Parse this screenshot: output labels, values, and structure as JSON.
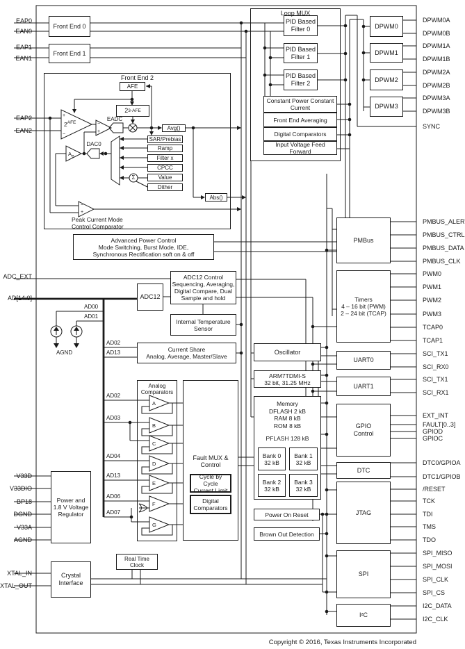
{
  "copyright": "Copyright © 2016, Texas Instruments Incorporated",
  "pins": {
    "left": [
      "EAP0",
      "EAN0",
      "EAP1",
      "EAN1",
      "EAP2",
      "EAN2",
      "ADC_EXT",
      "AD[14:0]",
      "V33D",
      "V33DIO",
      "BP18",
      "DGND",
      "V33A",
      "AGND",
      "XTAL_IN",
      "XTAL_OUT"
    ],
    "right": [
      "DPWM0A",
      "DPWM0B",
      "DPWM1A",
      "DPWM1B",
      "DPWM2A",
      "DPWM2B",
      "DPWM3A",
      "DPWM3B",
      "SYNC",
      "PMBUS_ALERT",
      "PMBUS_CTRL",
      "PMBUS_DATA",
      "PMBUS_CLK",
      "PWM0",
      "PWM1",
      "PWM2",
      "PWM3",
      "TCAP0",
      "TCAP1",
      "SCI_TX1",
      "SCI_RX0",
      "SCI_TX1",
      "SCI_RX1",
      "EXT_INT",
      "FAULT[0..3]",
      "GPIOD",
      "GPIOC",
      "DTC0/GPIOA",
      "DTC1/GPIOB",
      "/RESET",
      "TCK",
      "TDI",
      "TMS",
      "TDO",
      "SPI_MISO",
      "SPI_MOSI",
      "SPI_CLK",
      "SPI_CS",
      "I2C_DATA",
      "I2C_CLK"
    ]
  },
  "blocks": {
    "front_end_0": "Front End 0",
    "front_end_1": "Front End 1",
    "loop_mux": "Loop MUX",
    "pid0": "PID Based\nFilter 0",
    "pid1": "PID Based\nFilter 1",
    "pid2": "PID Based\nFilter 2",
    "cpcc_block": "Constant Power Constant\nCurrent",
    "fe_avg": "Front End Averaging",
    "dig_comp": "Digital Comparators",
    "ivff": "Input Voltage Feed Forward",
    "dpwm0": "DPWM0",
    "dpwm1": "DPWM1",
    "dpwm2": "DPWM2",
    "dpwm3": "DPWM3",
    "apc": "Advanced Power Control\nMode Switching, Burst Mode, IDE,\nSynchronous Rectification soft on & off",
    "adc12": "ADC12",
    "adc12_ctrl": "ADC12 Control\nSequencing, Averaging,\nDigital Compare, Dual\nSample and hold",
    "temp_sensor": "Internal Temperature\nSensor",
    "current_share": "Current Share\nAnalog, Average, Master/Slave",
    "analog_cmp": "Analog\nComparators",
    "fault_mux": "Fault MUX &\nControl",
    "cbc_limit": "Cycle by Cycle\nCurrent Limit",
    "dig_comp2": "Digital\nComparators",
    "oscillator": "Oscillator",
    "arm": "ARM7TDMI-S\n32 bit, 31.25 MHz",
    "memory": "Memory\nDFLASH 2 kB\nRAM 8 kB\nROM 8 kB",
    "pflash": "PFLASH 128 kB",
    "bank0": "Bank 0\n32 kB",
    "bank1": "Bank 1\n32 kB",
    "bank2": "Bank 2\n32 kB",
    "bank3": "Bank 3\n32 kB",
    "por": "Power On Reset",
    "bod": "Brown Out Detection",
    "pmbus": "PMBus",
    "timers": "Timers\n4 – 16 bit (PWM)\n2 – 24 bit (TCAP)",
    "uart0": "UART0",
    "uart1": "UART1",
    "gpio": "GPIO\nControl",
    "dtc": "DTC",
    "jtag": "JTAG",
    "spi": "SPI",
    "i2c": "I²C",
    "power_reg": "Power and\n1.8 V Voltage\nRegulator",
    "crystal": "Crystal\nInterface",
    "rtc": "Real Time\nClock"
  },
  "fe2": {
    "title": "Front End 2",
    "afe": "AFE",
    "pow_base": "2",
    "pow_sup": "3-AFE",
    "gain_base": "2",
    "gain_sup": "AFE",
    "eadc": "EADC",
    "dac0": "DAC0",
    "ae_base": "A",
    "ae_sub": "e",
    "avg": "Avg()",
    "abs": "Abs()",
    "sar": "SAR/Prebias",
    "ramp": "Ramp",
    "filter_x": "Filter x",
    "cpcc": "CPCC",
    "value": "Value",
    "dither": "Dither",
    "sigma": "Σ",
    "peak_cmp": "Peak Current Mode\nControl Comparator"
  },
  "signs": {
    "plus": "+",
    "minus": "−"
  },
  "comparators": [
    "A",
    "B",
    "C",
    "D",
    "E",
    "F",
    "G"
  ],
  "taps": {
    "ad00": "AD00",
    "ad01": "AD01",
    "agnd": "AGND",
    "cs_ad02": "AD02",
    "cs_ad13": "AD13",
    "cmp_ad02": "AD02",
    "cmp_ad03": "AD03",
    "cmp_ad04": "AD04",
    "cmp_ad13": "AD13",
    "cmp_ad06": "AD06",
    "cmp_ad07": "AD07"
  },
  "colors": {
    "line": "#1a1a1a",
    "background": "#ffffff"
  }
}
